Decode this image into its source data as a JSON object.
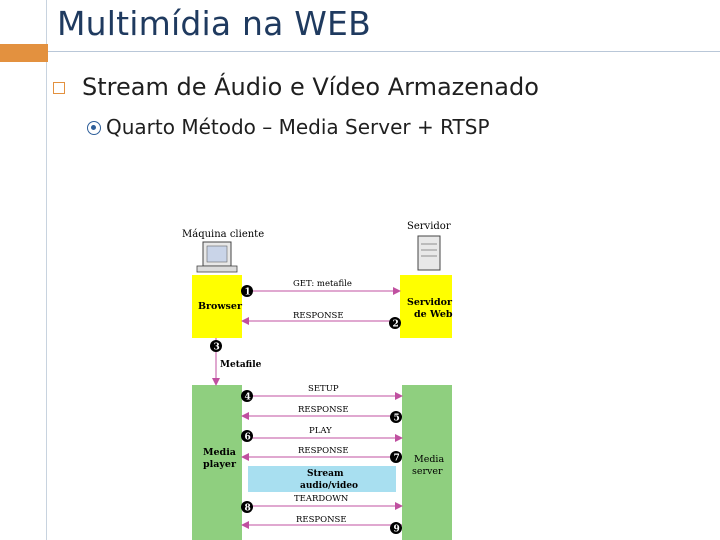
{
  "slide": {
    "title": "Multimídia na WEB",
    "bullet1": "Stream de Áudio e Vídeo Armazenado",
    "bullet2": "Quarto Método – Media Server + RTSP"
  },
  "diagram": {
    "client_label": "Máquina cliente",
    "server_label": "Servidor",
    "browser_label": "Browser",
    "webserver_label": [
      "Servidor",
      "de Web"
    ],
    "metafile_label": "Metafile",
    "media_player_label": [
      "Media",
      "player"
    ],
    "media_server_label": [
      "Media",
      "server"
    ],
    "stream_label": [
      "Stream",
      "audio/video"
    ],
    "messages": [
      {
        "num": "1",
        "text": "GET: metafile"
      },
      {
        "num": "2",
        "text": "RESPONSE"
      },
      {
        "num": "3",
        "text": ""
      },
      {
        "num": "4",
        "text": "SETUP"
      },
      {
        "num": "5",
        "text": "RESPONSE"
      },
      {
        "num": "6",
        "text": "PLAY"
      },
      {
        "num": "7",
        "text": "RESPONSE"
      },
      {
        "num": "8",
        "text": "TEARDOWN"
      },
      {
        "num": "9",
        "text": "RESPONSE"
      }
    ],
    "colors": {
      "yellow": "#ffff00",
      "green": "#8fcf7f",
      "stream": "#a8dff0",
      "arrow": "#c050a0"
    }
  }
}
